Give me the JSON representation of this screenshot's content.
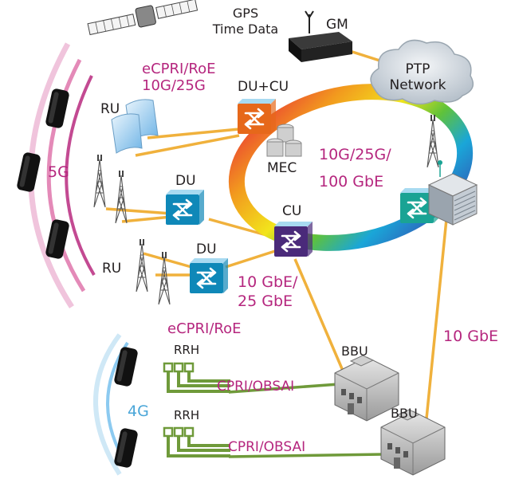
{
  "labels": {
    "gps": [
      "GPS",
      "Time Data"
    ],
    "gm": "GM",
    "ptp": [
      "PTP",
      "Network"
    ],
    "ecpri_top": [
      "eCPRI/RoE",
      "10G/25G"
    ],
    "ru_top": "RU",
    "du_cu": "DU+CU",
    "mec": "MEC",
    "ring_speed": [
      "10G/25G/",
      "100 GbE"
    ],
    "five_g": "5G",
    "du_1": "DU",
    "du_2": "DU",
    "cu": "CU",
    "ru_bottom": "RU",
    "ten_gbe_25": [
      "10 GbE/",
      "25 GbE"
    ],
    "ecpri_bottom": "eCPRI/RoE",
    "ten_gbe": "10 GbE",
    "rrh_1": "RRH",
    "rrh_2": "RRH",
    "bbu_1": "BBU",
    "bbu_2": "BBU",
    "cpri_1": "CPRI/OBSAI",
    "cpri_2": "CPRI/OBSAI",
    "four_g": "4G"
  },
  "colors": {
    "link": "#f0b13c",
    "label_accent": "#b5267e",
    "label_4g": "#4aa6d8",
    "rrh_green": "#6f9a3a",
    "switch_blue": "#0f88b8",
    "switch_orange": "#e6681a",
    "switch_purple": "#4a2a7a",
    "switch_teal": "#1aa394"
  },
  "icons": [
    "satellite-icon",
    "gm-server-icon",
    "cloud-icon",
    "antenna-tower-icon",
    "ru-panel-icon",
    "switch-icon",
    "server-stack-icon",
    "building-icon",
    "rrh-icon",
    "phone-icon"
  ]
}
